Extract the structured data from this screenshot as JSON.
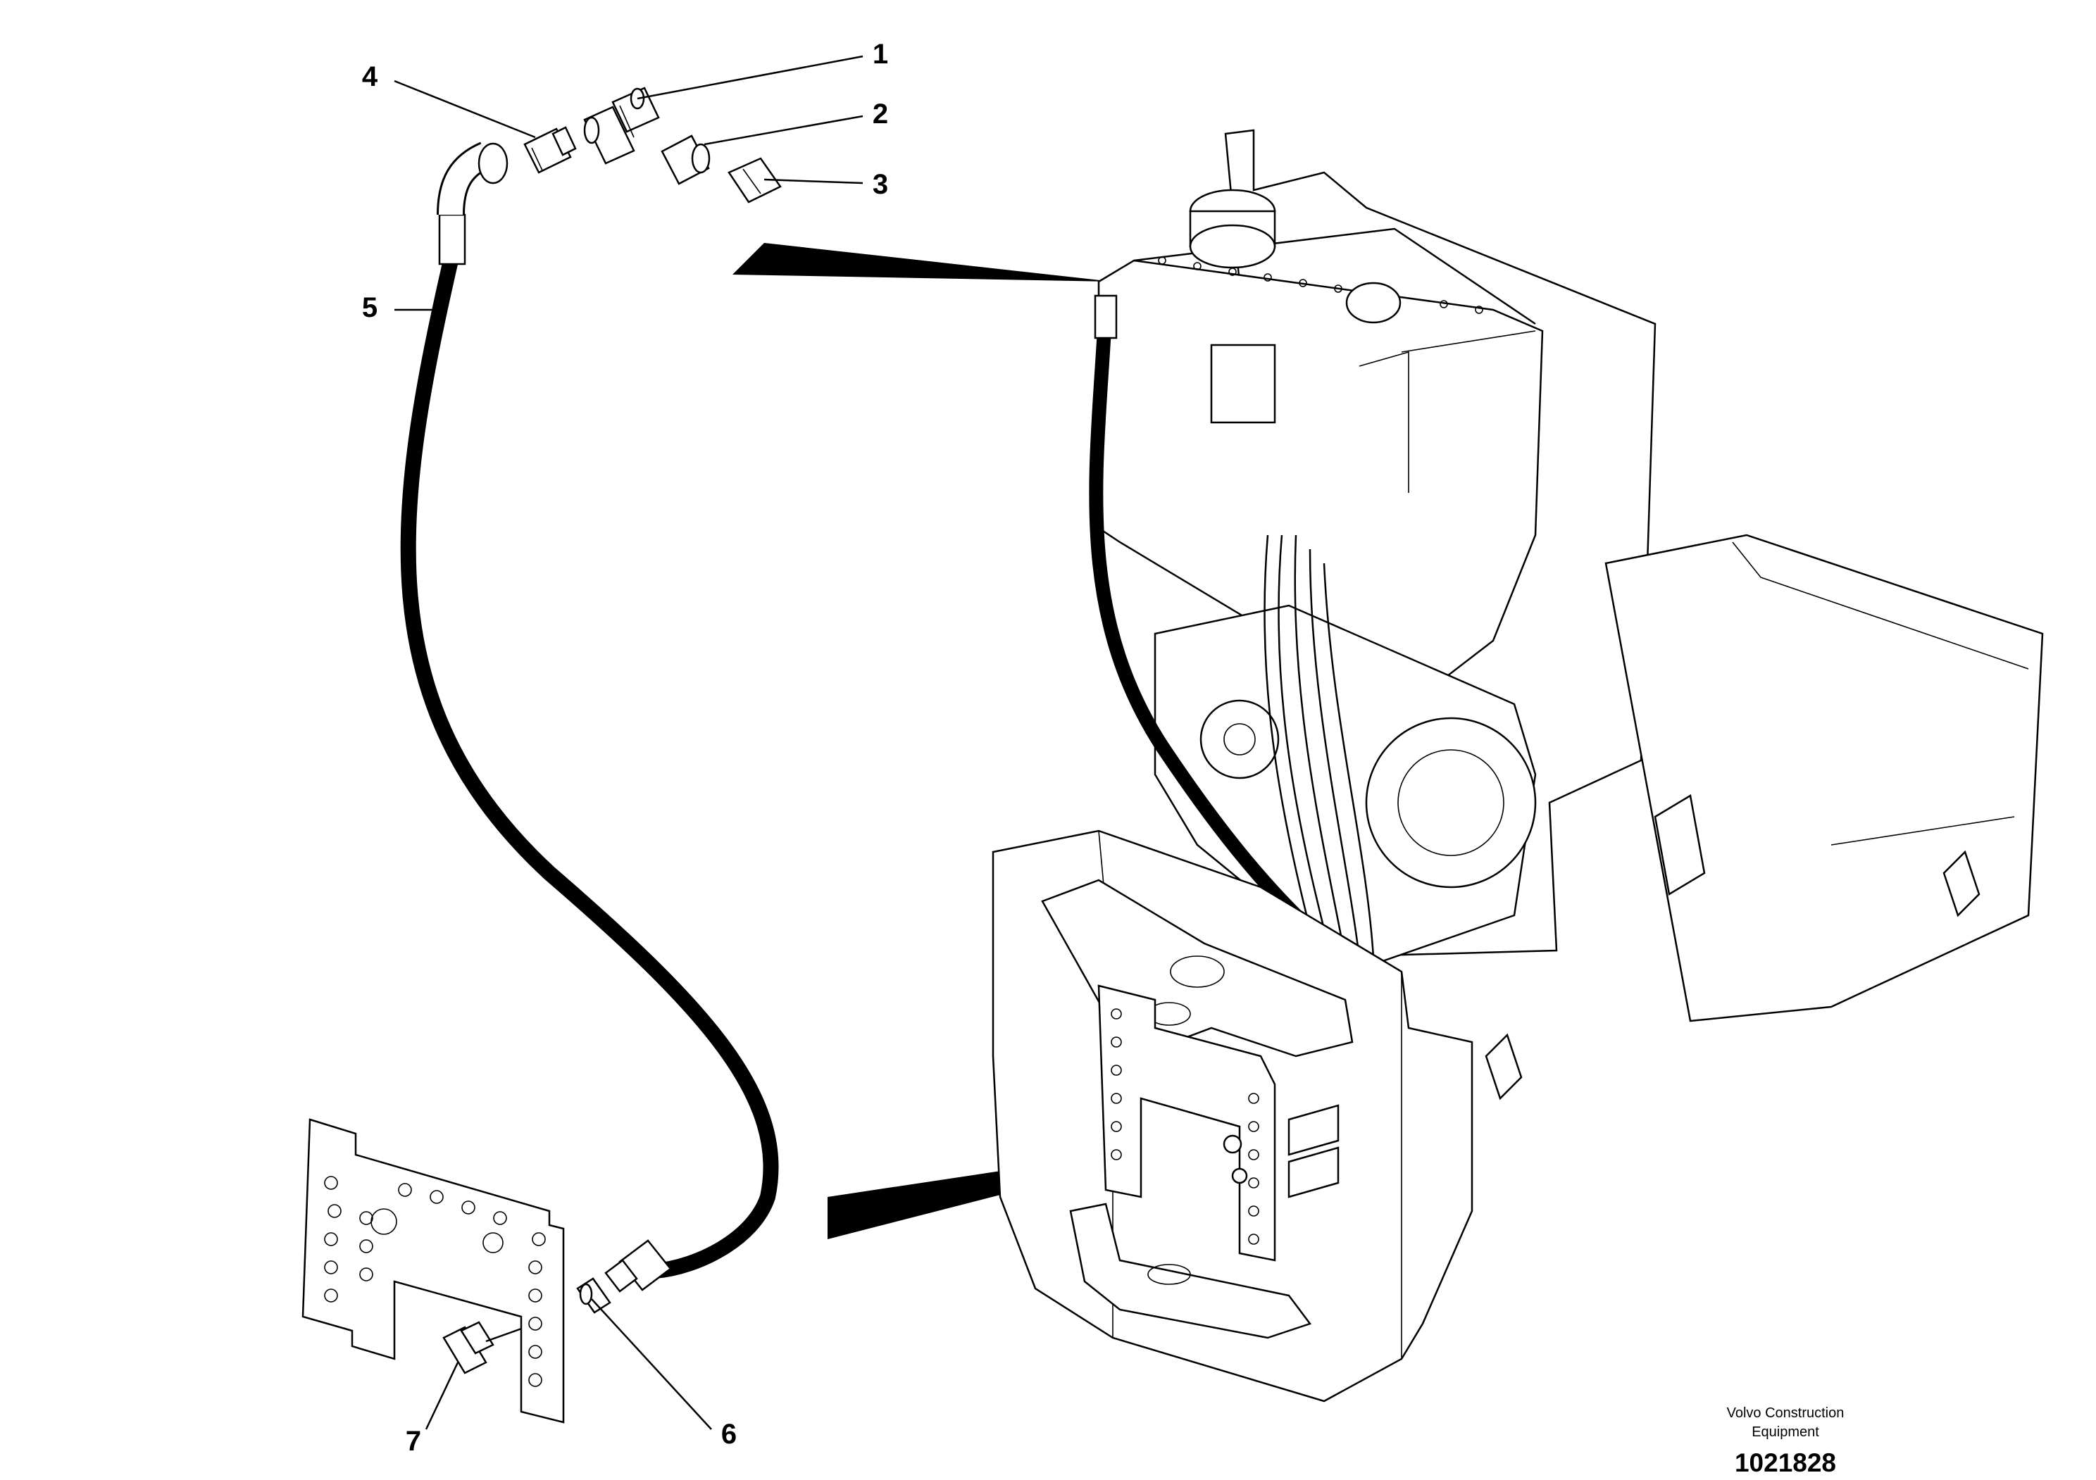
{
  "callouts": [
    {
      "id": "1",
      "label": "1"
    },
    {
      "id": "2",
      "label": "2"
    },
    {
      "id": "3",
      "label": "3"
    },
    {
      "id": "4",
      "label": "4"
    },
    {
      "id": "5",
      "label": "5"
    },
    {
      "id": "6",
      "label": "6"
    },
    {
      "id": "7",
      "label": "7"
    }
  ],
  "footer": {
    "brand_line1": "Volvo Construction",
    "brand_line2": "Equipment",
    "drawing_number": "1021828"
  }
}
